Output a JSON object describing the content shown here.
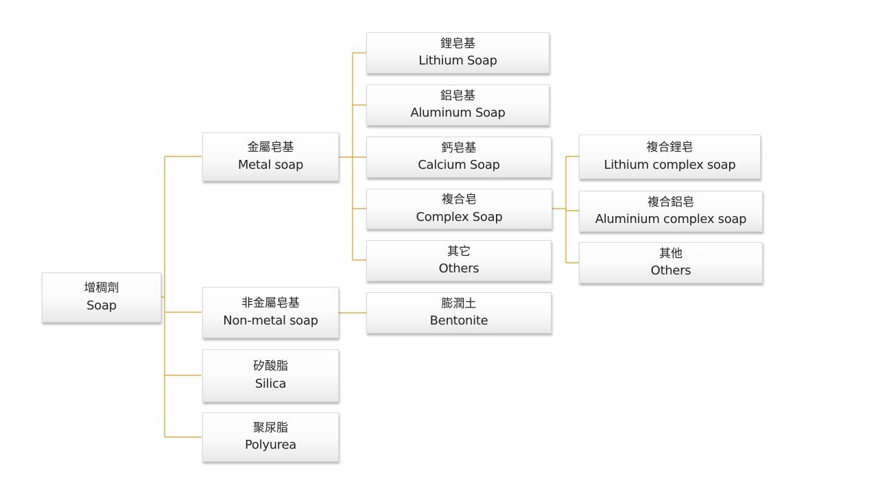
{
  "colors": {
    "connector": "#d4a017",
    "text": "#222222"
  },
  "nodes": {
    "root": {
      "zh": "增稠劑",
      "en": "Soap"
    },
    "metal_soap": {
      "zh": "金屬皂基",
      "en": "Metal soap"
    },
    "non_metal_soap": {
      "zh": "非金屬皂基",
      "en": "Non-metal soap"
    },
    "silica": {
      "zh": "矽酸脂",
      "en": "Silica"
    },
    "polyurea": {
      "zh": "聚尿脂",
      "en": "Polyurea"
    },
    "lithium_soap": {
      "zh": "鋰皂基",
      "en": "Lithium Soap"
    },
    "aluminum_soap": {
      "zh": "鋁皂基",
      "en": "Aluminum Soap"
    },
    "calcium_soap": {
      "zh": "鈣皂基",
      "en": "Calcium Soap"
    },
    "complex_soap": {
      "zh": "複合皂",
      "en": "Complex Soap"
    },
    "others_metal": {
      "zh": "其它",
      "en": "Others"
    },
    "bentonite": {
      "zh": "膨潤土",
      "en": "Bentonite"
    },
    "lithium_complex": {
      "zh": "複合鋰皂",
      "en": "Lithium complex soap"
    },
    "aluminium_complex": {
      "zh": "複合鋁皂",
      "en": "Aluminium complex soap"
    },
    "others_complex": {
      "zh": "其他",
      "en": "Others"
    }
  }
}
